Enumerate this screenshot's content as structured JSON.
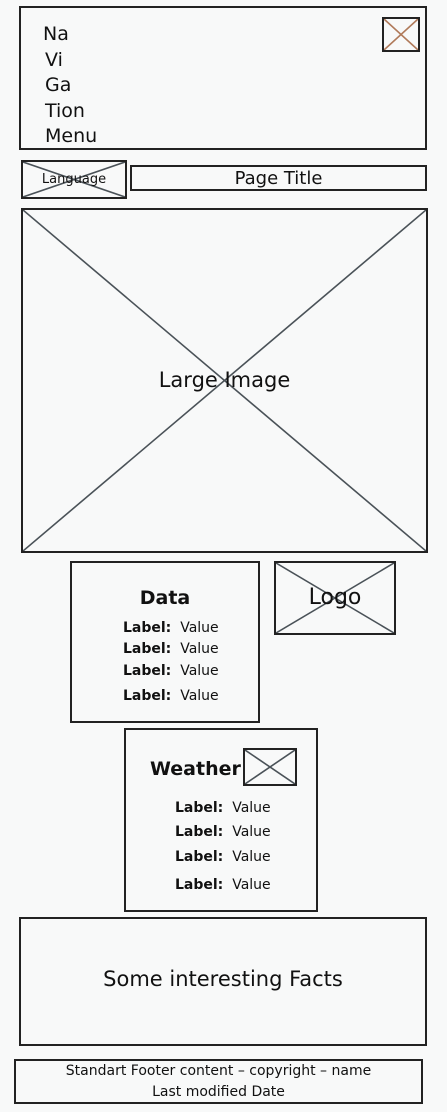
{
  "nav": {
    "lines": [
      "Na",
      "Vi",
      "Ga",
      "Tion",
      "Menu"
    ],
    "menu_icon": "image-placeholder-icon"
  },
  "language": {
    "label": "Language"
  },
  "page_title": "Page Title",
  "large_image": {
    "label": "Large Image"
  },
  "data_card": {
    "heading": "Data",
    "rows": [
      {
        "label": "Label:",
        "value": "Value"
      },
      {
        "label": "Label:",
        "value": "Value"
      },
      {
        "label": "Label:",
        "value": "Value"
      },
      {
        "label": "Label:",
        "value": "Value"
      }
    ]
  },
  "logo": {
    "label": "Logo"
  },
  "weather": {
    "heading": "Weather",
    "icon": "image-placeholder-icon",
    "rows": [
      {
        "label": "Label:",
        "value": "Value"
      },
      {
        "label": "Label:",
        "value": "Value"
      },
      {
        "label": "Label:",
        "value": "Value"
      },
      {
        "label": "Label:",
        "value": "Value"
      }
    ]
  },
  "facts": {
    "label": "Some interesting Facts"
  },
  "footer": {
    "line1": "Standart Footer content – copyright – name",
    "line2": "Last modified Date"
  }
}
